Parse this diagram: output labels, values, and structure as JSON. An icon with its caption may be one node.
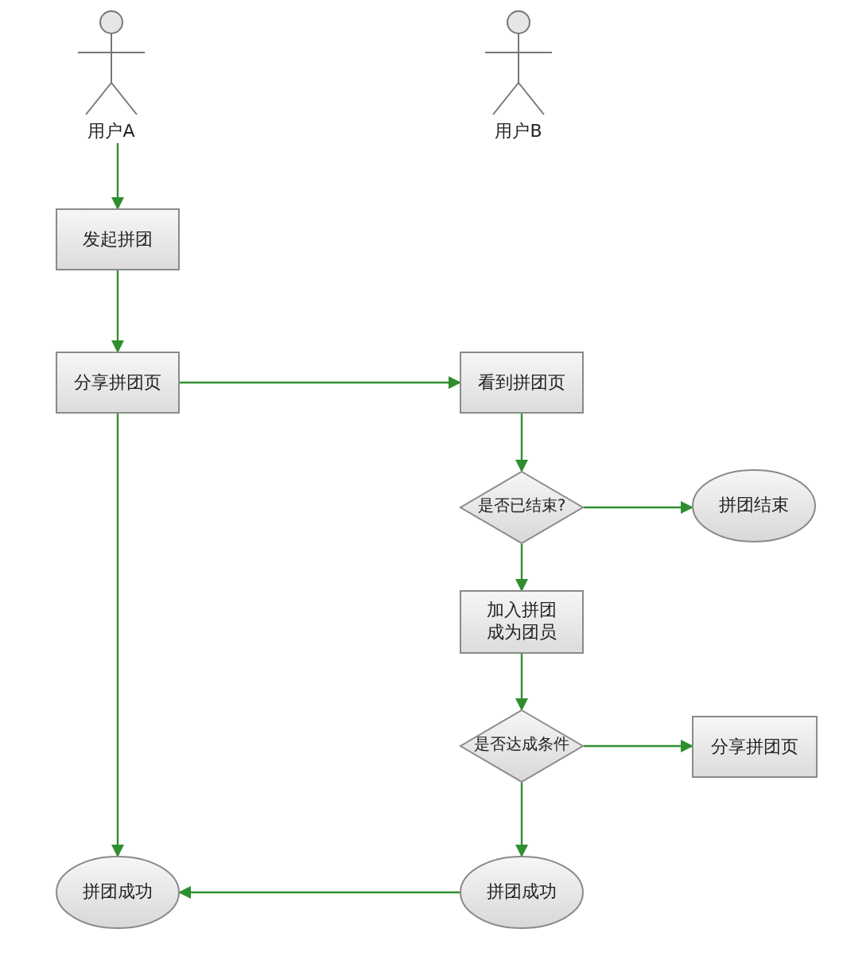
{
  "diagram": {
    "nodes": [
      {
        "text": [
          "用户A"
        ]
      },
      {
        "text": [
          "用户B"
        ]
      },
      {
        "text": [
          "发起拼团"
        ]
      },
      {
        "text": [
          "分享拼团页"
        ]
      },
      {
        "text": [
          "看到拼团页"
        ]
      },
      {
        "text": [
          "是否已结束?"
        ]
      },
      {
        "text": [
          "拼团结束"
        ]
      },
      {
        "text": [
          "加入拼团成为团员"
        ]
      },
      {
        "text": [
          "是否达成条件"
        ]
      },
      {
        "text": [
          "分享拼团页"
        ]
      },
      {
        "text": [
          "拼团成功"
        ]
      },
      {
        "text": [
          "拼团成功"
        ]
      }
    ],
    "edges": [
      {
        "from": 0,
        "to": 2,
        "arrow": "to"
      },
      {
        "from": 2,
        "to": 3,
        "arrow": "to"
      },
      {
        "from": 3,
        "to": 4,
        "arrow": "to"
      },
      {
        "from": 3,
        "to": 10,
        "arrow": "to"
      },
      {
        "from": 4,
        "to": 5,
        "arrow": "to"
      },
      {
        "from": 5,
        "to": 6,
        "arrow": "to"
      },
      {
        "from": 5,
        "to": 7,
        "arrow": "to"
      },
      {
        "from": 7,
        "to": 8,
        "arrow": "to"
      },
      {
        "from": 8,
        "to": 9,
        "arrow": "to"
      },
      {
        "from": 8,
        "to": 11,
        "arrow": "to"
      },
      {
        "from": 11,
        "to": 10,
        "arrow": "to"
      }
    ]
  }
}
